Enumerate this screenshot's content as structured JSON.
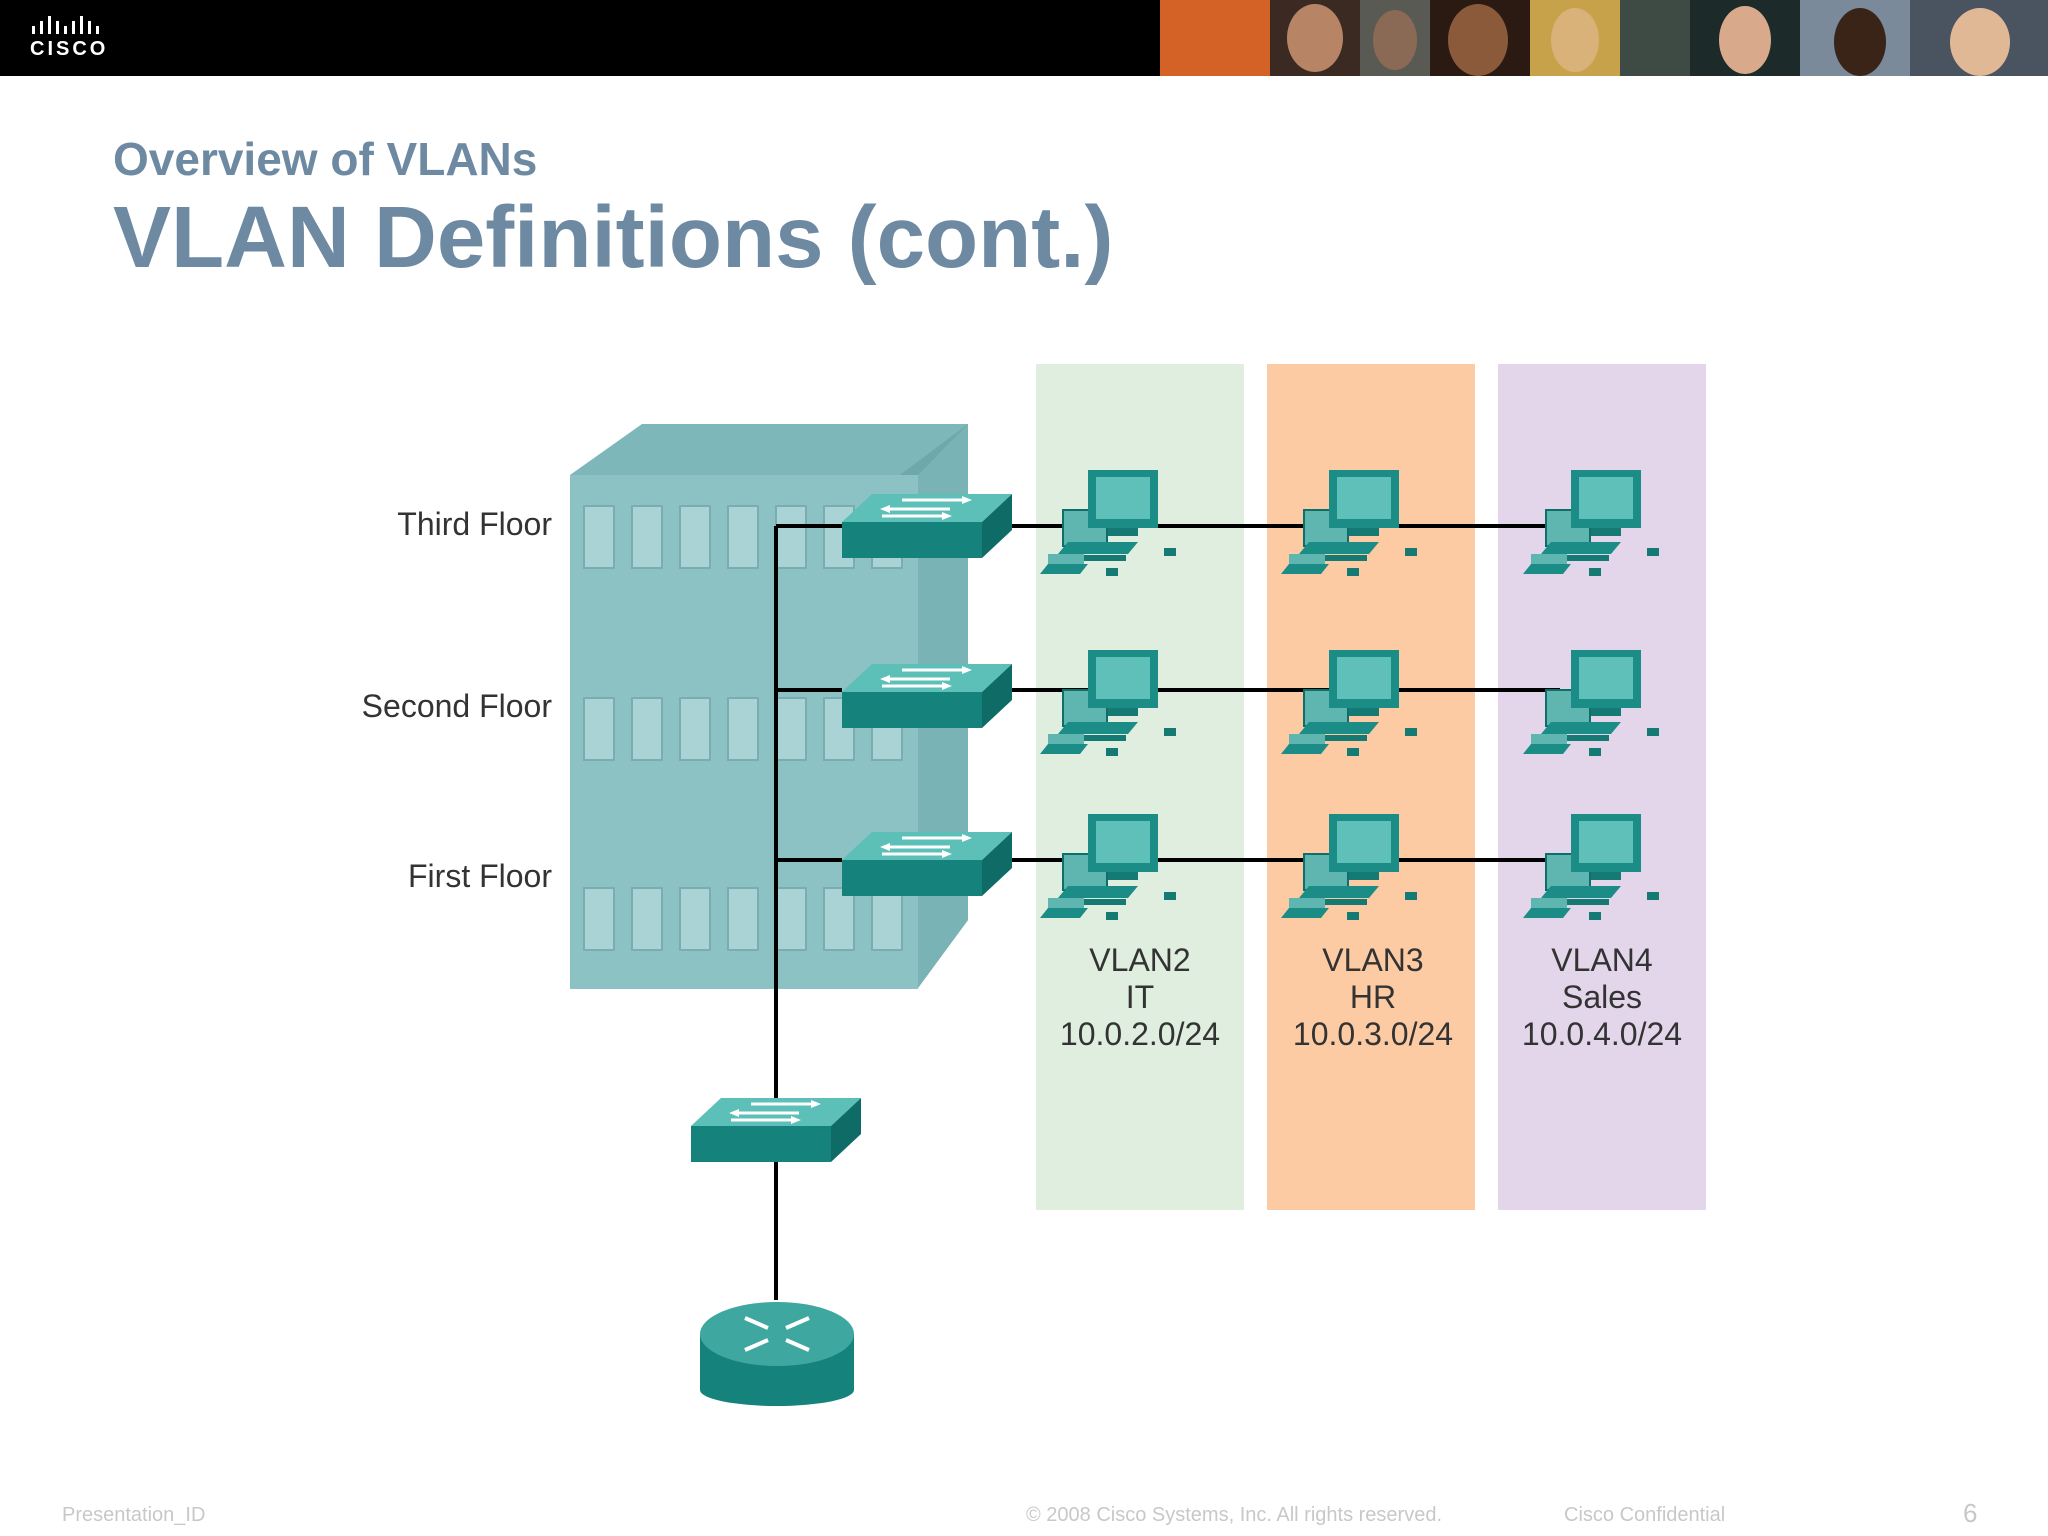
{
  "header": {
    "logo_text": "CISCO",
    "brand_color": "#000000"
  },
  "slide": {
    "subtitle": "Overview of VLANs",
    "title": "VLAN Definitions (cont.)",
    "title_color": "#6e8aa2"
  },
  "diagram": {
    "floors": [
      {
        "label": "Third Floor"
      },
      {
        "label": "Second Floor"
      },
      {
        "label": "First Floor"
      }
    ],
    "vlans": [
      {
        "name": "VLAN2",
        "dept": "IT",
        "subnet": "10.0.2.0/24",
        "color": "#dfeede"
      },
      {
        "name": "VLAN3",
        "dept": "HR",
        "subnet": "10.0.3.0/24",
        "color": "#fccba4"
      },
      {
        "name": "VLAN4",
        "dept": "Sales",
        "subnet": "10.0.4.0/24",
        "color": "#e3d6ea"
      }
    ],
    "device_color": "#1b8c86"
  },
  "footer": {
    "presentation_id": "Presentation_ID",
    "copyright": "© 2008 Cisco Systems, Inc. All rights reserved.",
    "confidential": "Cisco Confidential",
    "slide_number": "6"
  }
}
